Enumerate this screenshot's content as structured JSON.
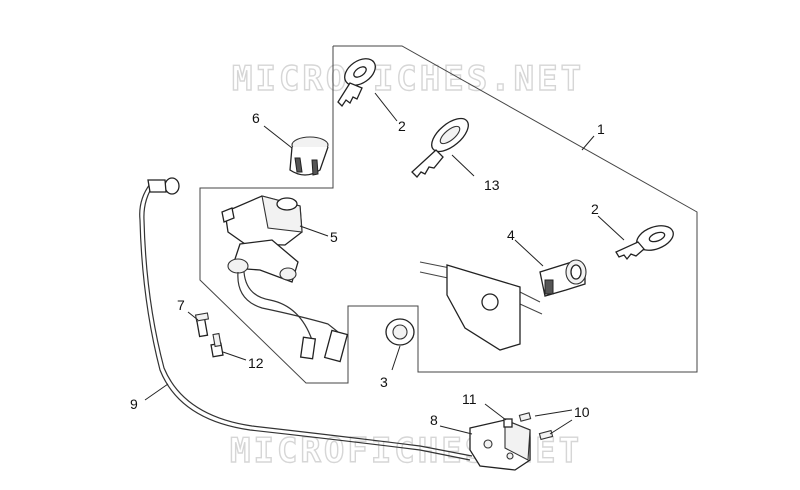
{
  "watermark": {
    "text": "MICROFICHES.NET"
  },
  "callouts": [
    {
      "id": "1",
      "label": "1"
    },
    {
      "id": "2a",
      "label": "2"
    },
    {
      "id": "2b",
      "label": "2"
    },
    {
      "id": "3",
      "label": "3"
    },
    {
      "id": "4",
      "label": "4"
    },
    {
      "id": "5",
      "label": "5"
    },
    {
      "id": "6",
      "label": "6"
    },
    {
      "id": "7",
      "label": "7"
    },
    {
      "id": "8",
      "label": "8"
    },
    {
      "id": "9",
      "label": "9"
    },
    {
      "id": "10",
      "label": "10"
    },
    {
      "id": "11",
      "label": "11"
    },
    {
      "id": "12",
      "label": "12"
    },
    {
      "id": "13",
      "label": "13"
    }
  ]
}
